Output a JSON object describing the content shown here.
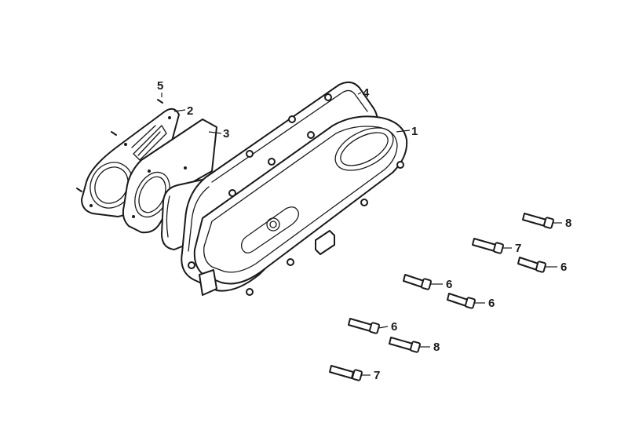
{
  "callouts": {
    "c1": "1",
    "c2": "2",
    "c3": "3",
    "c4": "4",
    "c5": "5",
    "b8a": "8",
    "b7a": "7",
    "b6a": "6",
    "b6b": "6",
    "b6c": "6",
    "b6d": "6",
    "b8b": "8",
    "b7b": "7"
  }
}
